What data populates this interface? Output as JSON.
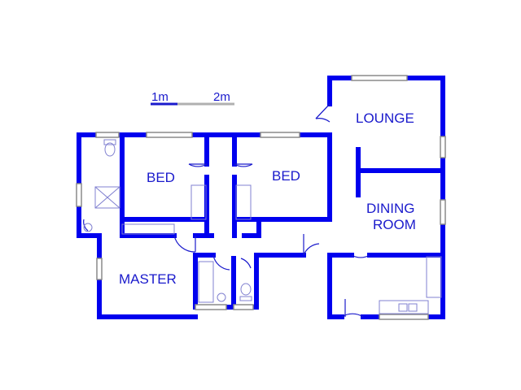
{
  "scale_bar": {
    "label_start": "1m",
    "label_end": "2m"
  },
  "rooms": {
    "lounge": "LOUNGE",
    "dining_line1": "DINING",
    "dining_line2": "ROOM",
    "bed_left": "BED",
    "bed_right": "BED",
    "master": "MASTER"
  },
  "colors": {
    "wall": "#0000ee",
    "detail": "#1a1acc",
    "fixture": "#8080d0",
    "window": "#9a9a9a"
  }
}
